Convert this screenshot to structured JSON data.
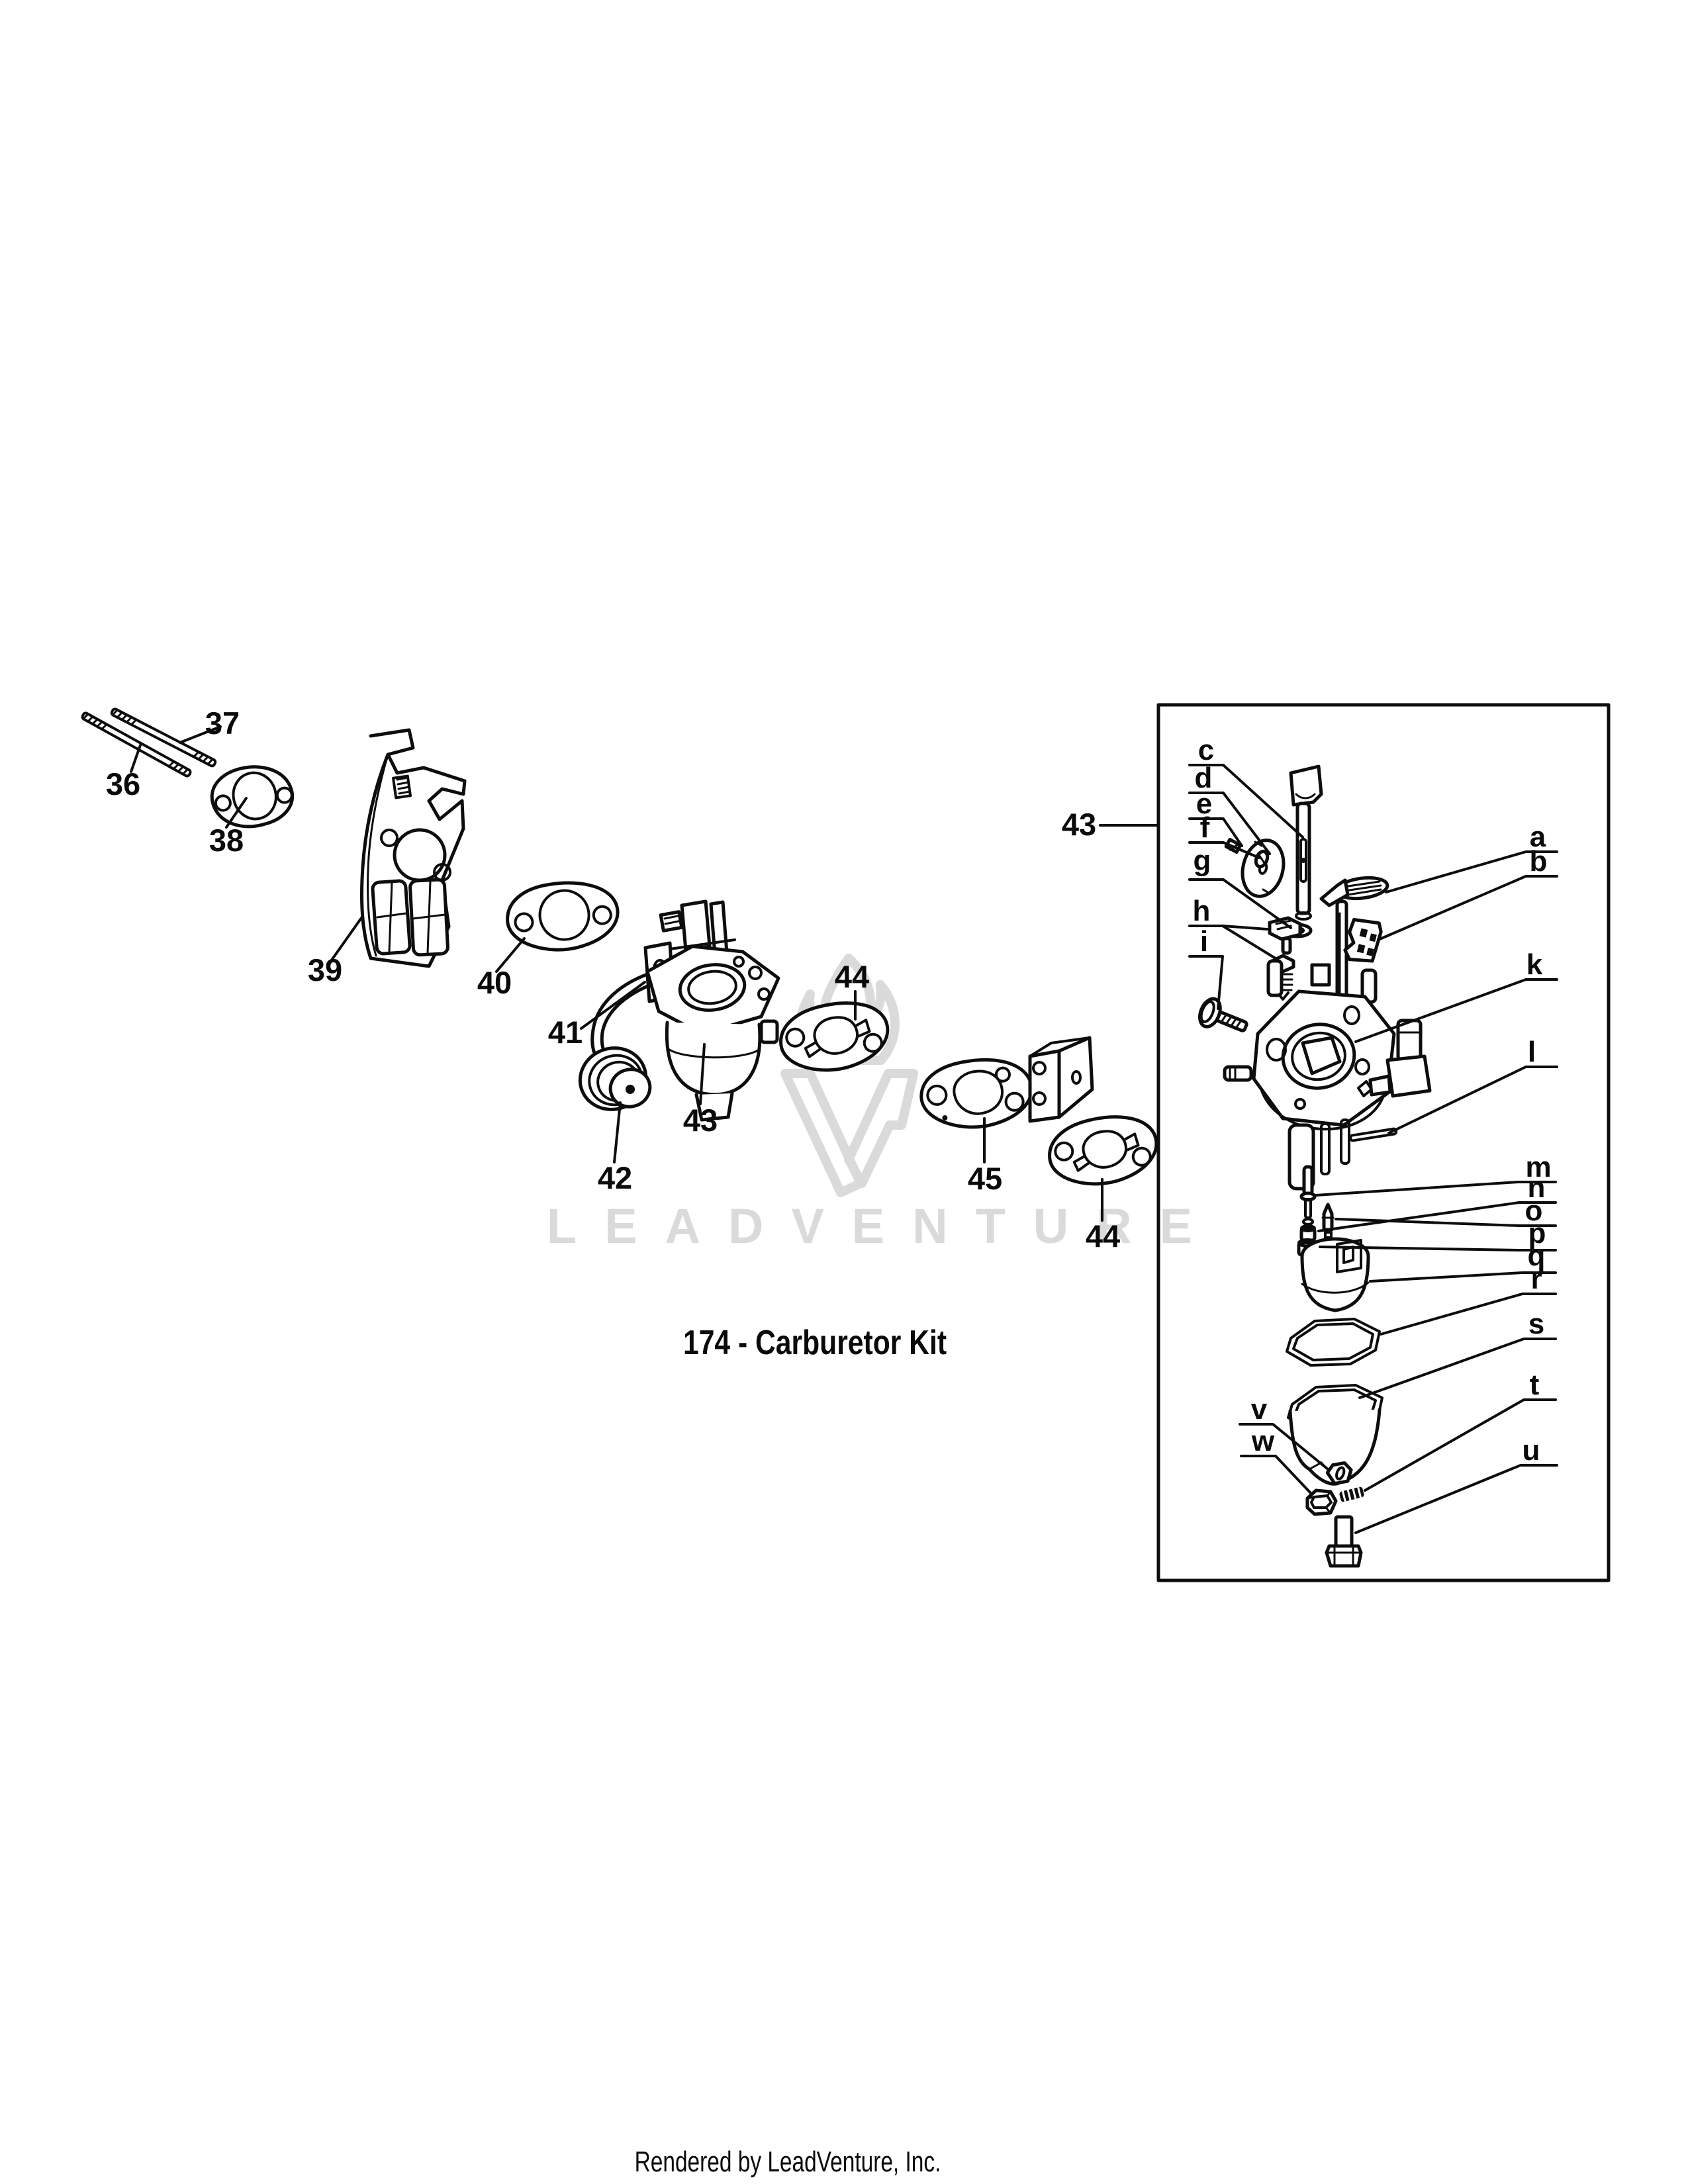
{
  "page": {
    "background": "#ffffff",
    "line_color": "#0d0d0d",
    "watermark_color": "#dadada",
    "title": "174 - Carburetor Kit",
    "footer": "Rendered by LeadVenture, Inc.",
    "watermark_text": "LEADVENTURE"
  },
  "diagram": {
    "kit_number": "174",
    "kit_name": "Carburetor Kit",
    "part_callouts": {
      "n36": "36",
      "n37": "37",
      "n38": "38",
      "n39": "39",
      "n40": "40",
      "n41": "41",
      "n42": "42",
      "n43": "43",
      "n44a": "44",
      "n45": "45",
      "n44b": "44",
      "n43_box": "43"
    },
    "detail_callouts": {
      "a": "a",
      "b": "b",
      "c": "c",
      "d": "d",
      "e": "e",
      "f": "f",
      "g": "g",
      "h": "h",
      "i": "i",
      "k": "k",
      "l": "l",
      "m": "m",
      "n": "n",
      "o": "o",
      "p": "p",
      "q": "q",
      "r": "r",
      "s": "s",
      "t": "t",
      "u": "u",
      "v": "v",
      "w": "w"
    }
  }
}
